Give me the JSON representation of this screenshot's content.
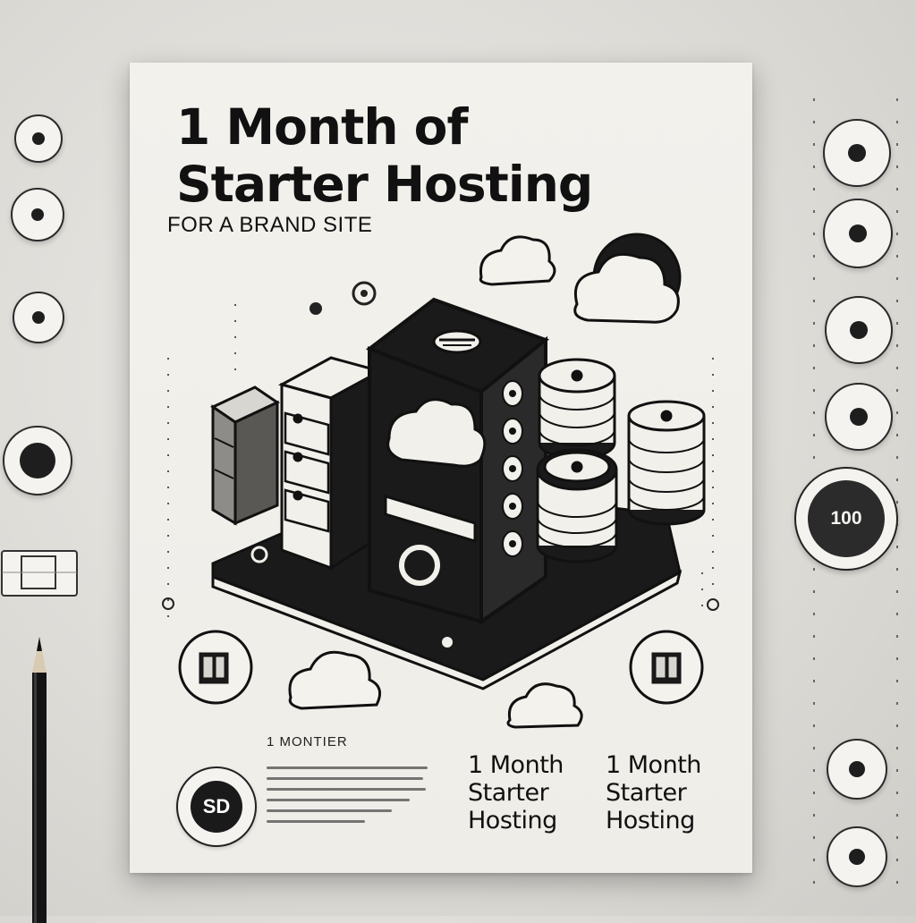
{
  "poster": {
    "title_line1": "1 Month of",
    "title_line2": "Starter Hosting",
    "subtitle": "FOR A BRAND SITE",
    "small_label": "1 MONTIER",
    "stack_left": {
      "line1": "1 Month",
      "line2": "Starter",
      "line3": "Hosting"
    },
    "stack_right": {
      "line1": "1 Month",
      "line2": "Starter",
      "line3": "Hosting"
    },
    "badge_left": "SD"
  },
  "decor": {
    "badge_right": "100",
    "icons": [
      "server-rack-icon",
      "cloud-icon",
      "database-icon",
      "pencil-icon",
      "clip-icon"
    ]
  },
  "colors": {
    "ink": "#111111",
    "paper": "#f2f0eb",
    "background": "#dcdad5"
  }
}
